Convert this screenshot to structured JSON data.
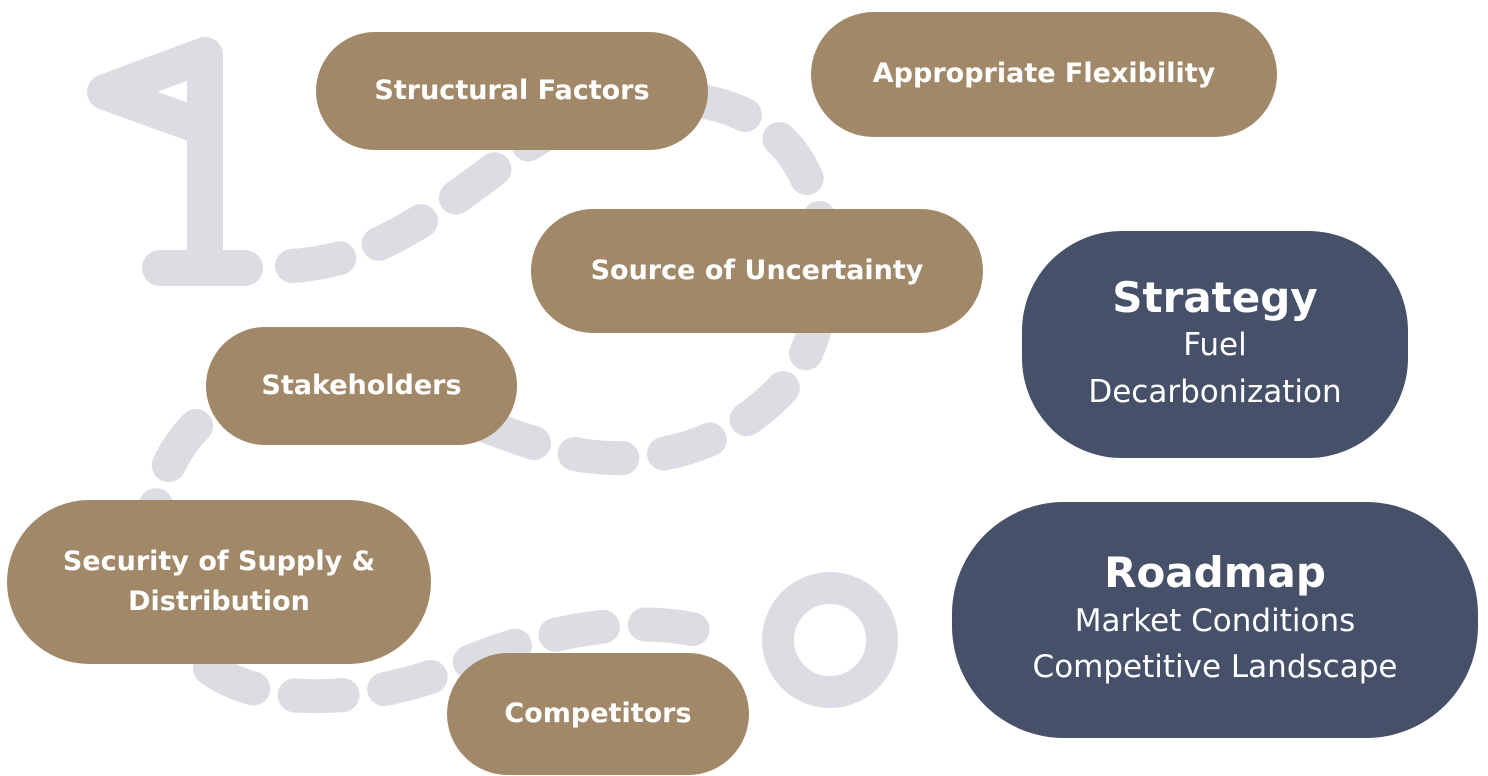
{
  "colors": {
    "factor_fill": "#a18868",
    "goal_fill": "#465169",
    "path_stroke": "#dcdde2",
    "text": "#ffffff"
  },
  "factors": {
    "structural": "Structural Factors",
    "flexibility": "Appropriate Flexibility",
    "uncertainty": "Source of Uncertainty",
    "stakeholders": "Stakeholders",
    "security_line1": "Security of Supply &",
    "security_line2": "Distribution",
    "competitors": "Competitors"
  },
  "strategy": {
    "title": "Strategy",
    "line1": "Fuel",
    "line2": "Decarbonization"
  },
  "roadmap": {
    "title": "Roadmap",
    "line1": "Market Conditions",
    "line2": "Competitive Landscape"
  },
  "icons": {
    "start": "flag-icon",
    "end": "circle-target-icon"
  }
}
